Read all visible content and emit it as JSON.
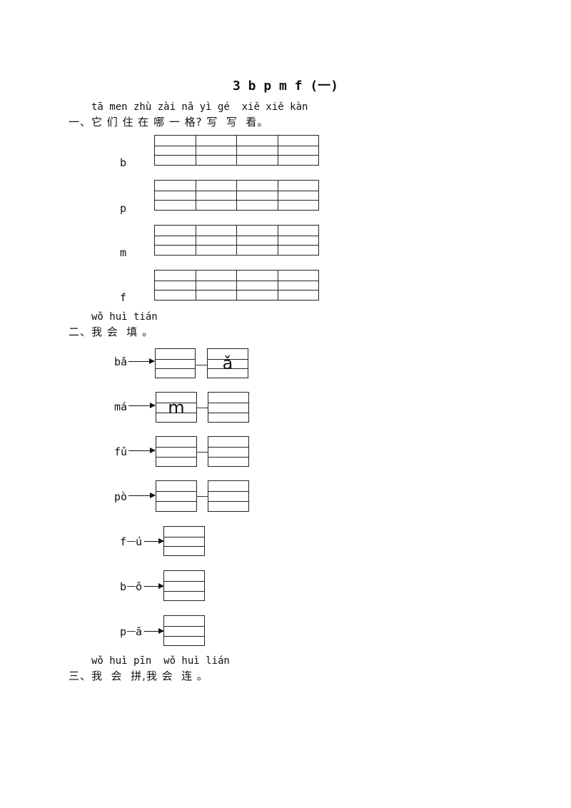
{
  "title": "3 b p m f (一)",
  "section1": {
    "pinyin": "tā men zhù zài nǎ yì gé  xiě xiě kàn",
    "text": "一、它 们 住 在 哪 一 格? 写  写  看。",
    "letters": [
      "b",
      "p",
      "m",
      "f"
    ]
  },
  "section2": {
    "pinyin": "wǒ huì tián",
    "text": "二、我 会  填 。",
    "pairs": [
      {
        "label": "bǎ",
        "left": "",
        "right": "ǎ"
      },
      {
        "label": "má",
        "left": "m",
        "right": ""
      },
      {
        "label": "fǔ",
        "left": "",
        "right": ""
      },
      {
        "label": "pò",
        "left": "",
        "right": ""
      }
    ],
    "singles": [
      {
        "initial": "f",
        "final": "ú"
      },
      {
        "initial": "b",
        "final": "ǒ"
      },
      {
        "initial": "p",
        "final": "ā"
      }
    ]
  },
  "section3": {
    "pinyin": "wǒ huì pīn  wǒ huì lián",
    "text": "三、我  会  拼,我 会  连 。"
  }
}
